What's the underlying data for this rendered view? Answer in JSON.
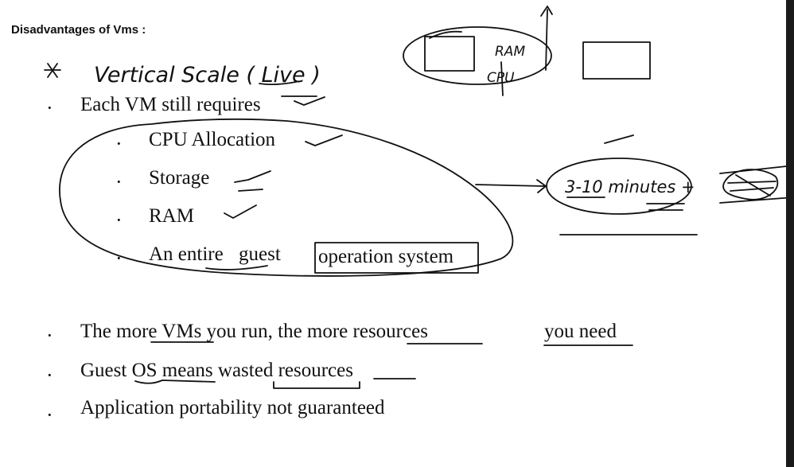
{
  "heading": "Disadvantages of Vms :",
  "bullets": {
    "b1": "Each  VM still requires",
    "b1_subs": {
      "s1": "CPU Allocation",
      "s2": "Storage",
      "s3": "RAM",
      "s4a": "An entire",
      "s4b": "guest",
      "s4c": "operation system"
    },
    "b2a": "The more VMs you run, the  more resources",
    "b2b": "you  need",
    "b3": "Guest OS  means wasted resources",
    "b4": "Application portability not  guaranteed"
  },
  "handwriting": {
    "star_note": "Vertical Scale ( Live )",
    "ram": "RAM",
    "cpu": "CPU",
    "minutes": "3-10  minutes +"
  },
  "bullet_char": "·"
}
